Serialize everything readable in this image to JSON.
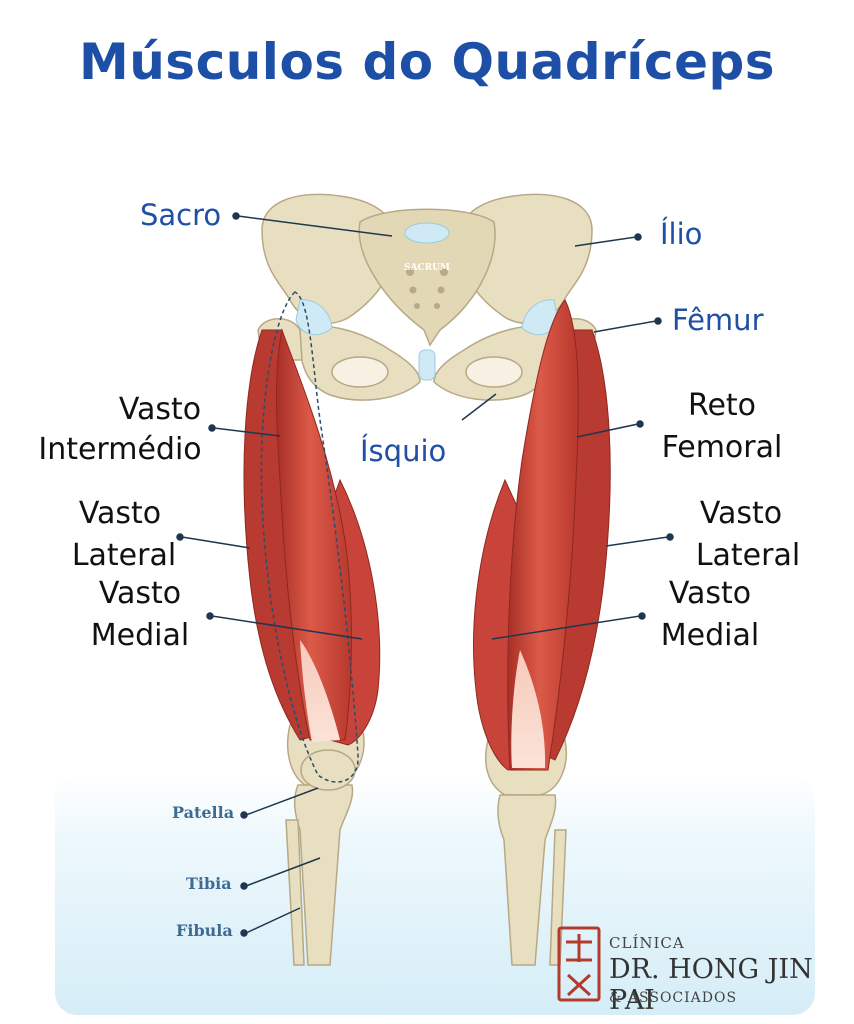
{
  "title": "Músculos do Quadríceps",
  "labels": {
    "sacro": "Sacro",
    "ilio": "Ílio",
    "femur": "Fêmur",
    "isquio": "Ísquio",
    "reto1": "Reto",
    "reto2": "Femoral",
    "vi1": "Vasto",
    "vi2": "Intermédio",
    "vl_left1": "Vasto",
    "vl_left2": "Lateral",
    "vm_left1": "Vasto",
    "vm_left2": "Medial",
    "vl_right1": "Vasto",
    "vl_right2": "Lateral",
    "vm_right1": "Vasto",
    "vm_right2": "Medial",
    "patella": "Patella",
    "tibia": "Tibia",
    "fibula": "Fibula",
    "sacrum_engraving": "SACRUM"
  },
  "brand": {
    "line1": "CLÍNICA",
    "line2": "DR. HONG JIN PAI",
    "line3": "& ASSOCIADOS"
  },
  "colors": {
    "title": "#1c4fa5",
    "bone": "#e8dfc1",
    "muscle": "#c8443a",
    "cartilage": "#cfe9f5",
    "logo": "#b23b2e"
  }
}
